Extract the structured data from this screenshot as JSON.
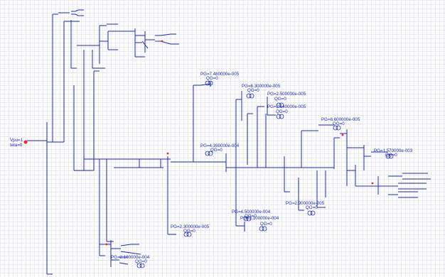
{
  "source": {
    "line1": "Vpu=1",
    "line2": "teta=0"
  },
  "labels": {
    "pg1": "PG=7.480000e-005",
    "qg1": "QG=0",
    "pg2": "PG=6.300000e-005",
    "qg2": "QG=0",
    "pg3": "PG=2.500000e-005",
    "qg3": "QG=0",
    "pg4": "PG=2.540000e-005",
    "qg4": "QG=0",
    "pg5": "PG=4.390000e-004",
    "qg5": "QG=0",
    "pg6": "PG=8.600000e-005",
    "qg6": "QG=0",
    "pg7": "PG=1.570000e-003",
    "qg7": "QG=0",
    "pg8": "PG=2.900000e-005",
    "qg8": "QG=0",
    "pg9": "PG=4.500000e-004",
    "qg9": "QG=0",
    "pg10": "PG=2.100000e-004",
    "qg10": "QG=0",
    "pg11": "PG=2.300000e-005",
    "qg11": "QG=0",
    "pg12": "PG=2.100000e-004",
    "qg12": "QG=0"
  },
  "colors": {
    "wire": "#1c2bb8",
    "marker": "#e0302a",
    "grid": "#e9e9ef"
  }
}
